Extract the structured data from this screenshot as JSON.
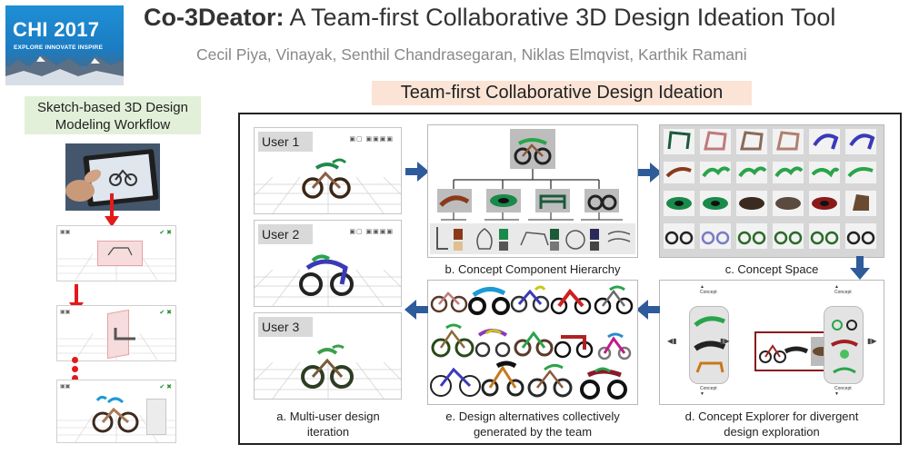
{
  "logo": {
    "title": "CHI 2017",
    "subtitle": "EXPLORE INNOVATE INSPIRE"
  },
  "header": {
    "title_bold": "Co-3Deator:",
    "title_rest": " A Team-first Collaborative 3D Design Ideation Tool",
    "authors": "Cecil Piya, Vinayak, Senthil Chandrasegaran, Niklas Elmqvist, Karthik Ramani"
  },
  "workflow": {
    "label_line1": "Sketch-based 3D Design",
    "label_line2": "Modeling Workflow"
  },
  "section": {
    "title": "Team-first Collaborative Design Ideation"
  },
  "users": [
    "User 1",
    "User 2",
    "User 3"
  ],
  "explorer_buttons": {
    "concept": "Concept"
  },
  "captions": {
    "a_line1": "a. Multi-user design",
    "a_line2": "iteration",
    "b": "b. Concept Component Hierarchy",
    "c": "c. Concept Space",
    "d_line1": "d. Concept Explorer for divergent",
    "d_line2": "design exploration",
    "e_line1": "e. Design alternatives collectively",
    "e_line2": "generated by the team"
  },
  "colors": {
    "arrow_blue": "#2e5b9a",
    "workflow_arrow": "#e31a1a",
    "section_bg": "#fbe4d5",
    "workflow_bg": "#e2f0d9"
  }
}
